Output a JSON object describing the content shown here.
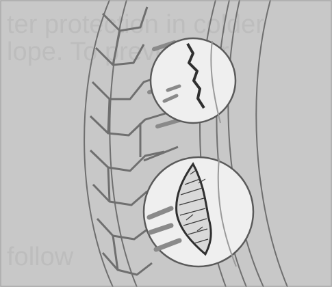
{
  "figure": {
    "background_color": "#c8c8c8",
    "line_color": "#6f6f6f",
    "circle_fill": "#efefef",
    "crack_fill": "#d9d9d9",
    "crack_stroke": "#3a3a3a",
    "ghost_text_color": "#bdbdbd",
    "ghost_text_lines": [
      "ter protection in colder",
      "lope. To prevent for",
      "",
      "",
      "",
      "",
      "",
      "follow",
      ""
    ]
  }
}
